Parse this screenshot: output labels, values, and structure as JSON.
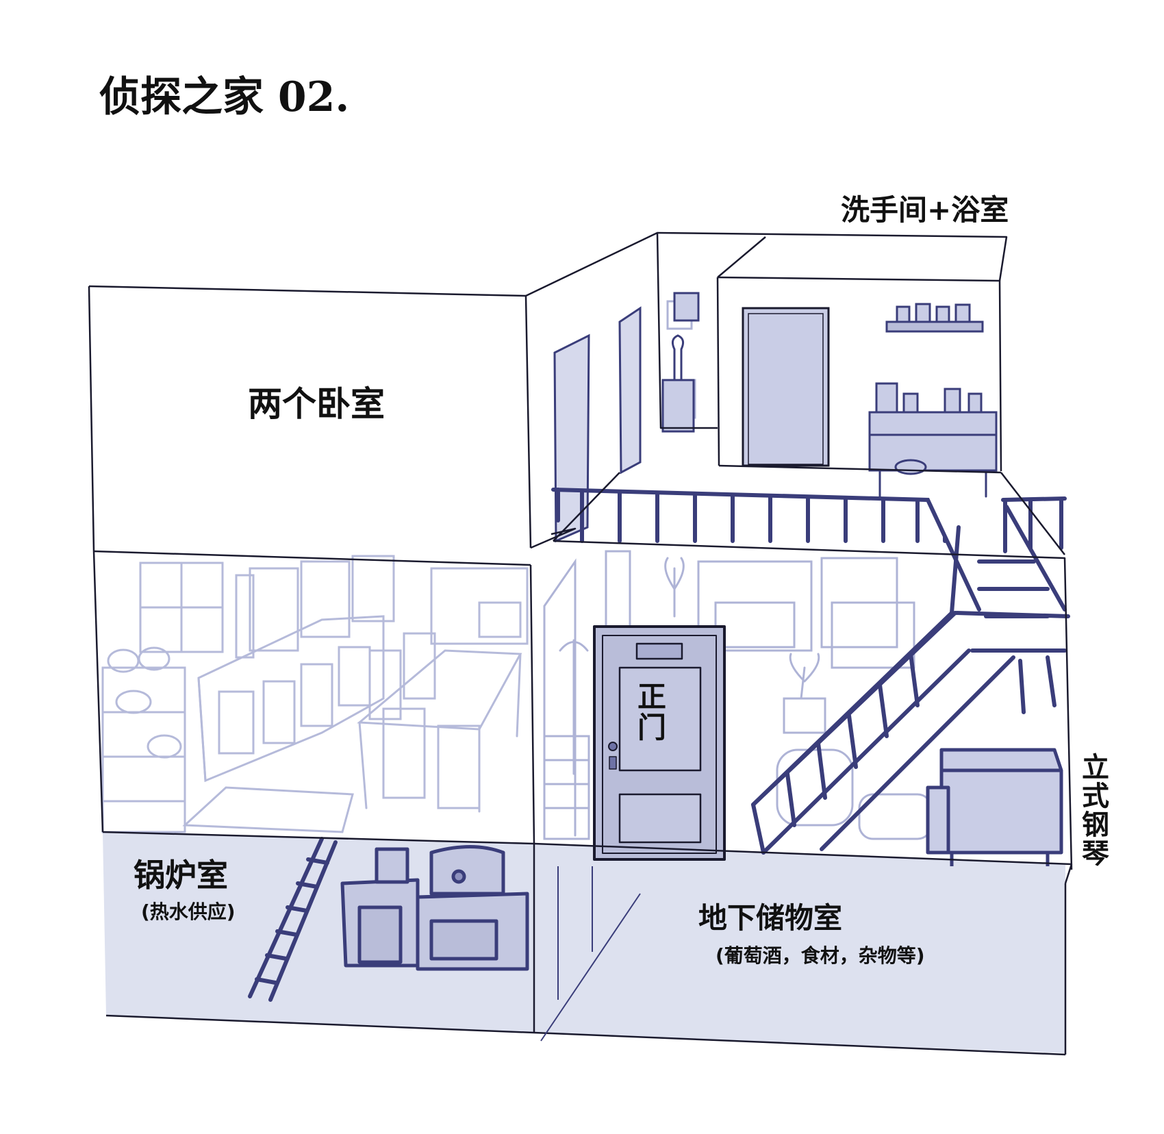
{
  "title": "侦探之家 02.",
  "rooms": {
    "bathroom": "洗手间+浴室",
    "bedrooms": "两个卧室",
    "front_door": "正门",
    "boiler_room": "锅炉室",
    "boiler_room_note": "(热水供应)",
    "storage": "地下储物室",
    "storage_note": "(葡萄酒，食材，杂物等)",
    "piano": "立式钢琴"
  },
  "colors": {
    "outline": "#1a1a2e",
    "sketch": "#3a3d7a",
    "faint_sketch": "#aeb3d6",
    "basement_fill": "#dde1ef",
    "door_fill": "#b9bdd9"
  }
}
